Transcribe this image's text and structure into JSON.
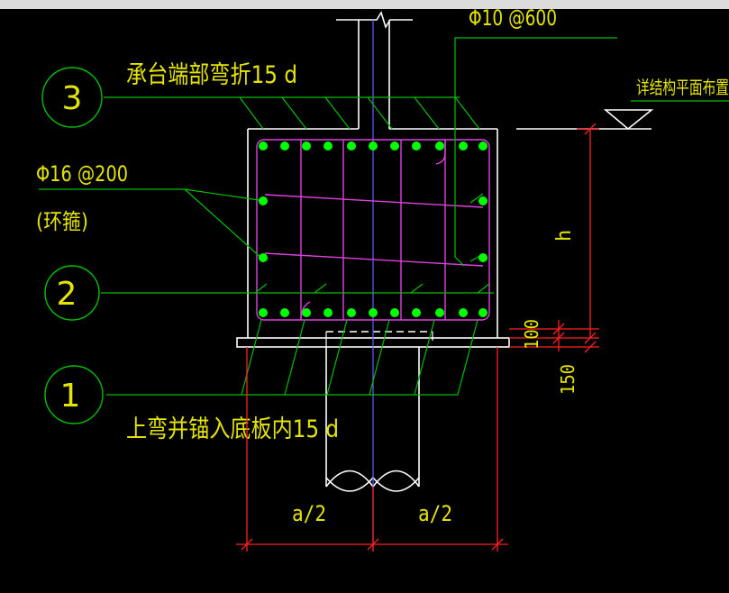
{
  "drawing": {
    "callouts": [
      {
        "number": "3",
        "text": "承台端部弯折15 d"
      },
      {
        "number": "2",
        "text": ""
      },
      {
        "number": "1",
        "text": "上弯并锚入底板内15 d"
      }
    ],
    "stirrup_spec": "Φ10 @600",
    "ring_spec": "Φ16 @200",
    "ring_note": "(环箍)",
    "ref_note": "详结构平面布置",
    "dim_h": "h",
    "dim_100": "100",
    "dim_150": "150",
    "dim_left": "a/2",
    "dim_right": "a/2"
  },
  "colors": {
    "background": "#000000",
    "label": "#e4e400",
    "leader": "#00c000",
    "concrete": "#ffffff",
    "rebar_dot": "#00ff00",
    "stirrup": "#e040e0",
    "axis": "#6060ff",
    "dimension": "#ff2020"
  }
}
